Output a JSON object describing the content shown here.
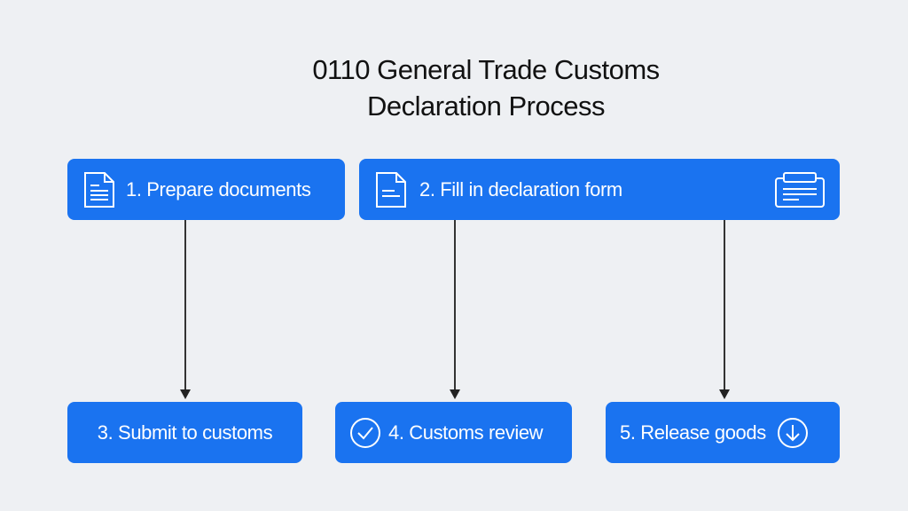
{
  "title": {
    "line1": "0110 General Trade Customs",
    "line2": "Declaration Process"
  },
  "steps": [
    {
      "label": "1. Prepare documents",
      "icon": "document-icon"
    },
    {
      "label": "2. Fill in declaration form",
      "icon": "document-icon",
      "icon_right": "form-icon"
    },
    {
      "label": "3. Submit to customs"
    },
    {
      "label": "4. Customs review",
      "icon": "check-circle-icon"
    },
    {
      "label": "5. Release goods",
      "icon_right": "download-circle-icon"
    }
  ],
  "colors": {
    "box": "#1a73f0",
    "background": "#eef0f3"
  }
}
